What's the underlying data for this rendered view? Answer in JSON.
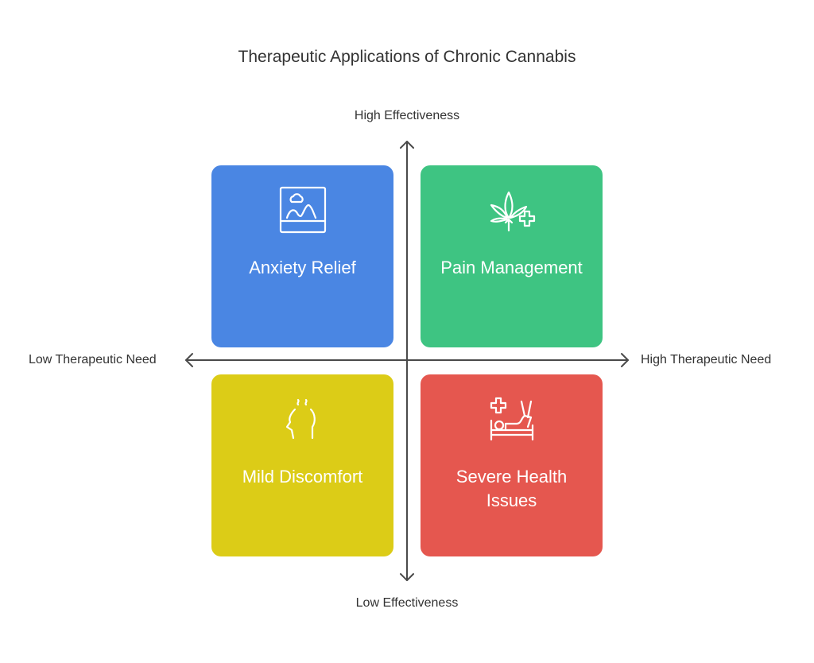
{
  "title": "Therapeutic Applications of Chronic Cannabis",
  "axes": {
    "top": "High Effectiveness",
    "bottom": "Low Effectiveness",
    "left": "Low Therapeutic Need",
    "right": "High Therapeutic Need"
  },
  "quadrants": [
    {
      "label": "Anxiety Relief",
      "icon": "landscape-picture-icon",
      "color": "#4a86e3"
    },
    {
      "label": "Pain Management",
      "icon": "cannabis-leaf-medical-icon",
      "color": "#3ec482"
    },
    {
      "label": "Mild Discomfort",
      "icon": "head-steam-icon",
      "color": "#dccc17"
    },
    {
      "label": "Severe Health Issues",
      "icon": "hospital-bed-icon",
      "color": "#e5574f"
    }
  ]
}
